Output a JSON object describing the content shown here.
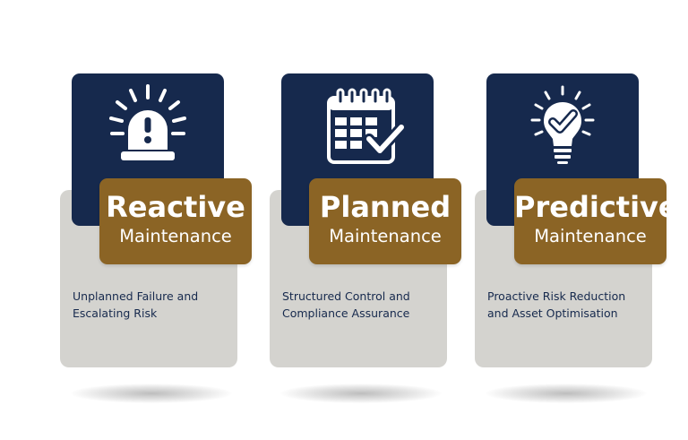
{
  "cards": [
    {
      "title": "Reactive",
      "subtitle": "Maintenance",
      "desc_line1": "Unplanned Failure and",
      "desc_line2": "Escalating Risk",
      "icon": "alarm-beacon-icon"
    },
    {
      "title": "Planned",
      "subtitle": "Maintenance",
      "desc_line1": "Structured Control and",
      "desc_line2": "Compliance Assurance",
      "icon": "calendar-check-icon"
    },
    {
      "title": "Predictive",
      "subtitle": "Maintenance",
      "desc_line1": "Proactive Risk Reduction",
      "desc_line2": "and Asset Optimisation",
      "icon": "lightbulb-check-icon"
    }
  ],
  "colors": {
    "navy": "#16294d",
    "gold": "#8b6425",
    "gray": "#d4d3cf",
    "background": "#ffffff"
  }
}
